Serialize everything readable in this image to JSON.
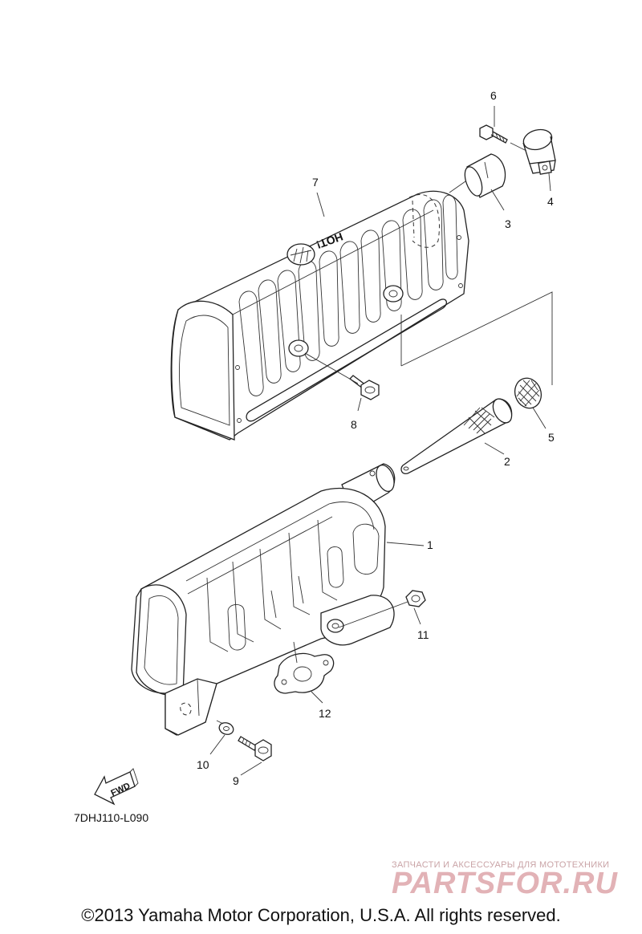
{
  "callouts": [
    {
      "id": "1",
      "label": "1"
    },
    {
      "id": "2",
      "label": "2"
    },
    {
      "id": "3",
      "label": "3"
    },
    {
      "id": "4",
      "label": "4"
    },
    {
      "id": "5",
      "label": "5"
    },
    {
      "id": "6",
      "label": "6"
    },
    {
      "id": "7",
      "label": "7"
    },
    {
      "id": "8",
      "label": "8"
    },
    {
      "id": "9",
      "label": "9"
    },
    {
      "id": "10",
      "label": "10"
    },
    {
      "id": "11",
      "label": "11"
    },
    {
      "id": "12",
      "label": "12"
    }
  ],
  "cover_text": "HOT!",
  "fwd_label": "FWD",
  "diagram_code": "7DHJ110-L090",
  "watermark": {
    "tagline": "ЗАПЧАСТИ И АКСЕССУАРЫ ДЛЯ МОТОТЕХНИКИ",
    "brand": "PARTSFOR.RU",
    "color": "#e2b2b6"
  },
  "copyright": "©2013 Yamaha Motor Corporation, U.S.A. All rights reserved."
}
